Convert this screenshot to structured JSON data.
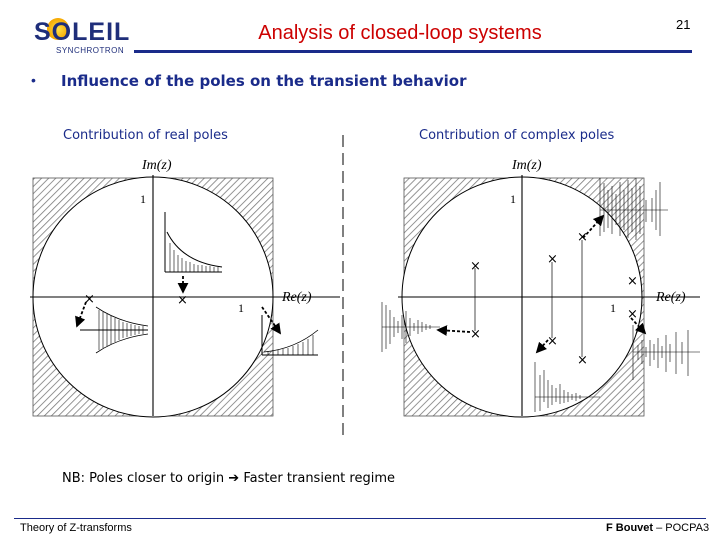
{
  "header": {
    "logo_text": "SOLEIL",
    "logo_sub": "SYNCHROTRON",
    "title": "Analysis of closed-loop systems",
    "page_number": "21"
  },
  "content": {
    "bullet": "•",
    "heading": "Influence of the poles on the transient behavior",
    "left_caption": "Contribution of real poles",
    "right_caption": "Contribution of complex poles",
    "note": "NB: Poles closer to origin ➔ Faster transient regime"
  },
  "diagram": {
    "left": {
      "im_label": "Im(z)",
      "re_label": "Re(z)",
      "one_im": "1",
      "one_re": "1"
    },
    "right": {
      "im_label": "Im(z)",
      "re_label": "Re(z)",
      "one_im": "1",
      "one_re": "1"
    }
  },
  "footer": {
    "left": "Theory of Z-transforms",
    "author": "F Bouvet",
    "suffix": " – POCPA3"
  },
  "colors": {
    "title": "#cc0000",
    "accent": "#1a2b8a"
  }
}
